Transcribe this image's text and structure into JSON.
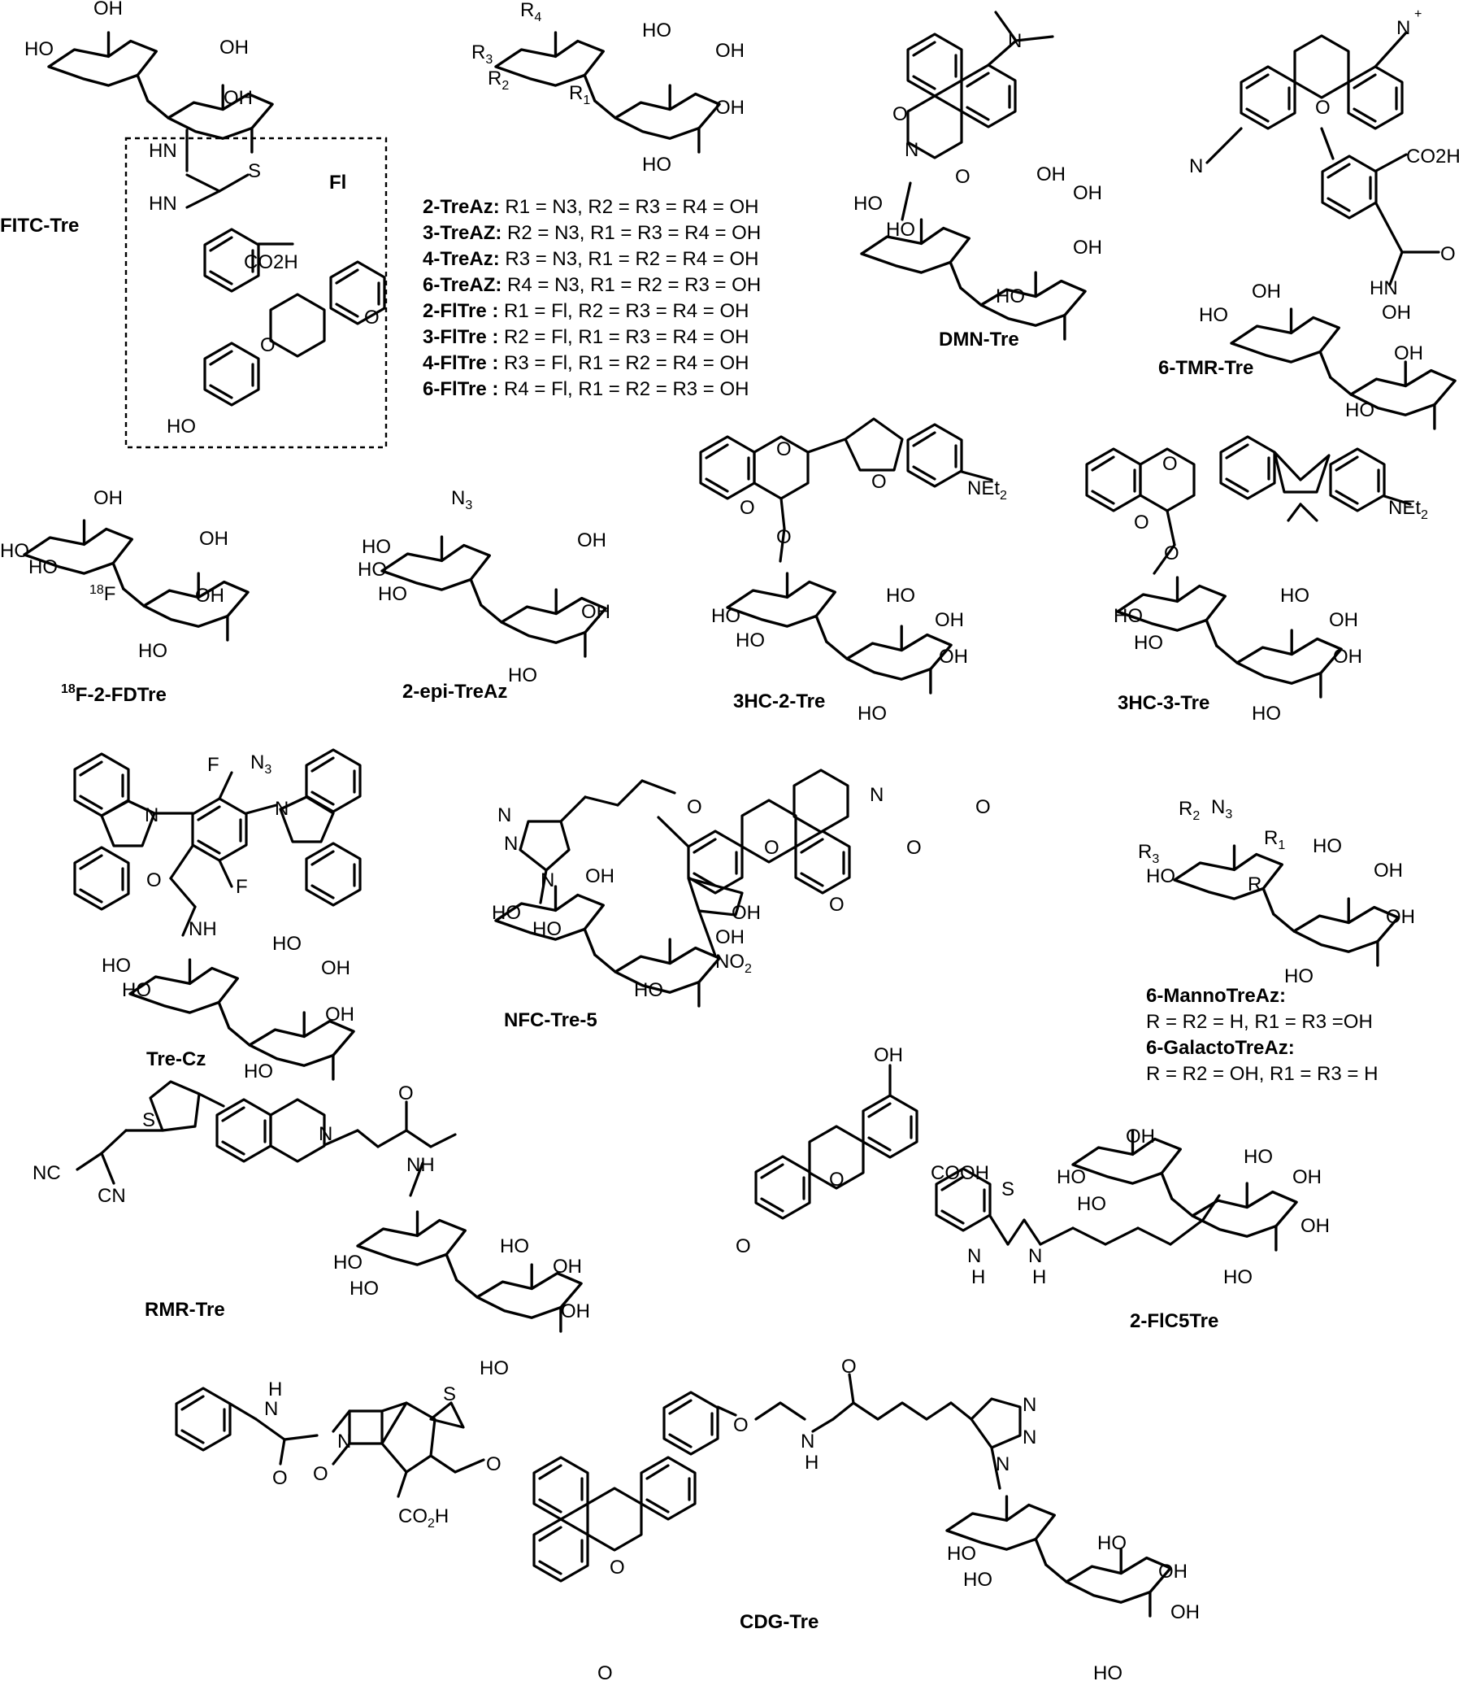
{
  "compounds": {
    "fitc_tre": "FITC-Tre",
    "fl_label": "Fl",
    "dmn_tre": "DMN-Tre",
    "tmr_tre": "6-TMR-Tre",
    "fdtre_sup": "18",
    "fdtre": "F-2-FDTre",
    "epi_treaz": "2-epi-TreAz",
    "hc2_tre": "3HC-2-Tre",
    "hc3_tre": "3HC-3-Tre",
    "tre_cz": "Tre-Cz",
    "nfc_tre": "NFC-Tre-5",
    "rmr_tre": "RMR-Tre",
    "fic5tre": "2-FlC5Tre",
    "cdg_tre": "CDG-Tre"
  },
  "legend_r": [
    {
      "name": "2-TreAz:",
      "text": "R1 = N3, R2 = R3 = R4 = OH"
    },
    {
      "name": "3-TreAZ:",
      "text": "R2 = N3, R1 = R3 = R4 = OH"
    },
    {
      "name": "4-TreAz:",
      "text": "R3 = N3, R1 = R2 = R4 = OH"
    },
    {
      "name": "6-TreAZ:",
      "text": "R4 = N3, R1 = R2 = R3 = OH"
    },
    {
      "name": "2-FlTre :",
      "text": "R1 = Fl, R2 = R3 = R4 = OH"
    },
    {
      "name": "3-FlTre :",
      "text": "R2 = Fl, R1 = R3 = R4 = OH"
    },
    {
      "name": "4-FlTre :",
      "text": "R3 = Fl, R1 = R2 = R4 = OH"
    },
    {
      "name": "6-FlTre :",
      "text": "R4 = Fl, R1 = R2 = R3 = OH"
    }
  ],
  "legend_manno": [
    {
      "name": "6-MannoTreAz:",
      "text": "R = R2 = H, R1 = R3 =OH"
    },
    {
      "name": "6-GalactoTreAz:",
      "text": "R = R2 = OH, R1 = R3 = H"
    }
  ],
  "atoms": {
    "oh": "OH",
    "ho": "HO",
    "o": "O",
    "n": "N",
    "s": "S",
    "hn": "HN",
    "nh": "NH",
    "co2h": "CO2H",
    "cooh": "COOH",
    "net2": "NEt2",
    "nc": "NC",
    "cn": "CN",
    "no2": "NO2",
    "n3": "N3",
    "f": "F",
    "r1": "R1",
    "r2": "R2",
    "r3": "R3",
    "r4": "R4",
    "r": "R",
    "plus": "+"
  }
}
